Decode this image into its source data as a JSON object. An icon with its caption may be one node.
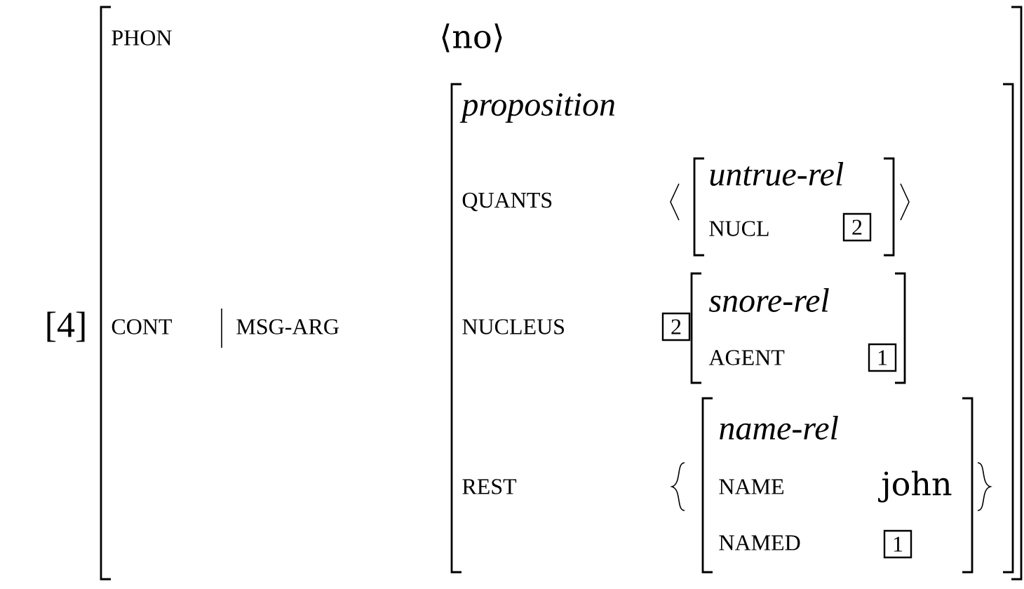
{
  "diagram": {
    "nodes": [
      {
        "text": [
          "PHON",
          "⟨no⟩",
          "CONT",
          "MSG-ARG"
        ]
      },
      {
        "text": [
          "proposition",
          "QUANTS",
          "NUCLEUS",
          "REST"
        ],
        "in": 0
      },
      {
        "text": [
          "untrue-rel",
          "NUCL"
        ],
        "in": 1
      },
      {
        "text": [
          "2"
        ],
        "in": 2
      },
      {
        "text": [
          "2"
        ],
        "in": 1
      },
      {
        "text": [
          "snore-rel",
          "AGENT"
        ],
        "in": 1
      },
      {
        "text": [
          "1"
        ],
        "in": 5
      },
      {
        "text": [
          "name-rel",
          "NAME",
          "john",
          "NAMED"
        ],
        "in": 1
      },
      {
        "text": [
          "1"
        ],
        "in": 7
      }
    ],
    "labels": [
      "[4]"
    ]
  }
}
